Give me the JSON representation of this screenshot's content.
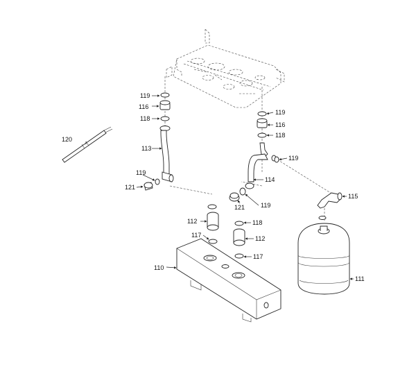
{
  "callouts": {
    "c110": "110",
    "c111": "111",
    "c112a": "112",
    "c112b": "112",
    "c113": "113",
    "c114": "114",
    "c115": "115",
    "c116a": "116",
    "c116b": "116",
    "c117a": "117",
    "c117b": "117",
    "c118a": "118",
    "c118b": "118",
    "c118c": "118",
    "c119a": "119",
    "c119b": "119",
    "c119c": "119",
    "c119d": "119",
    "c119e": "119",
    "c120": "120",
    "c121a": "121",
    "c121b": "121"
  }
}
